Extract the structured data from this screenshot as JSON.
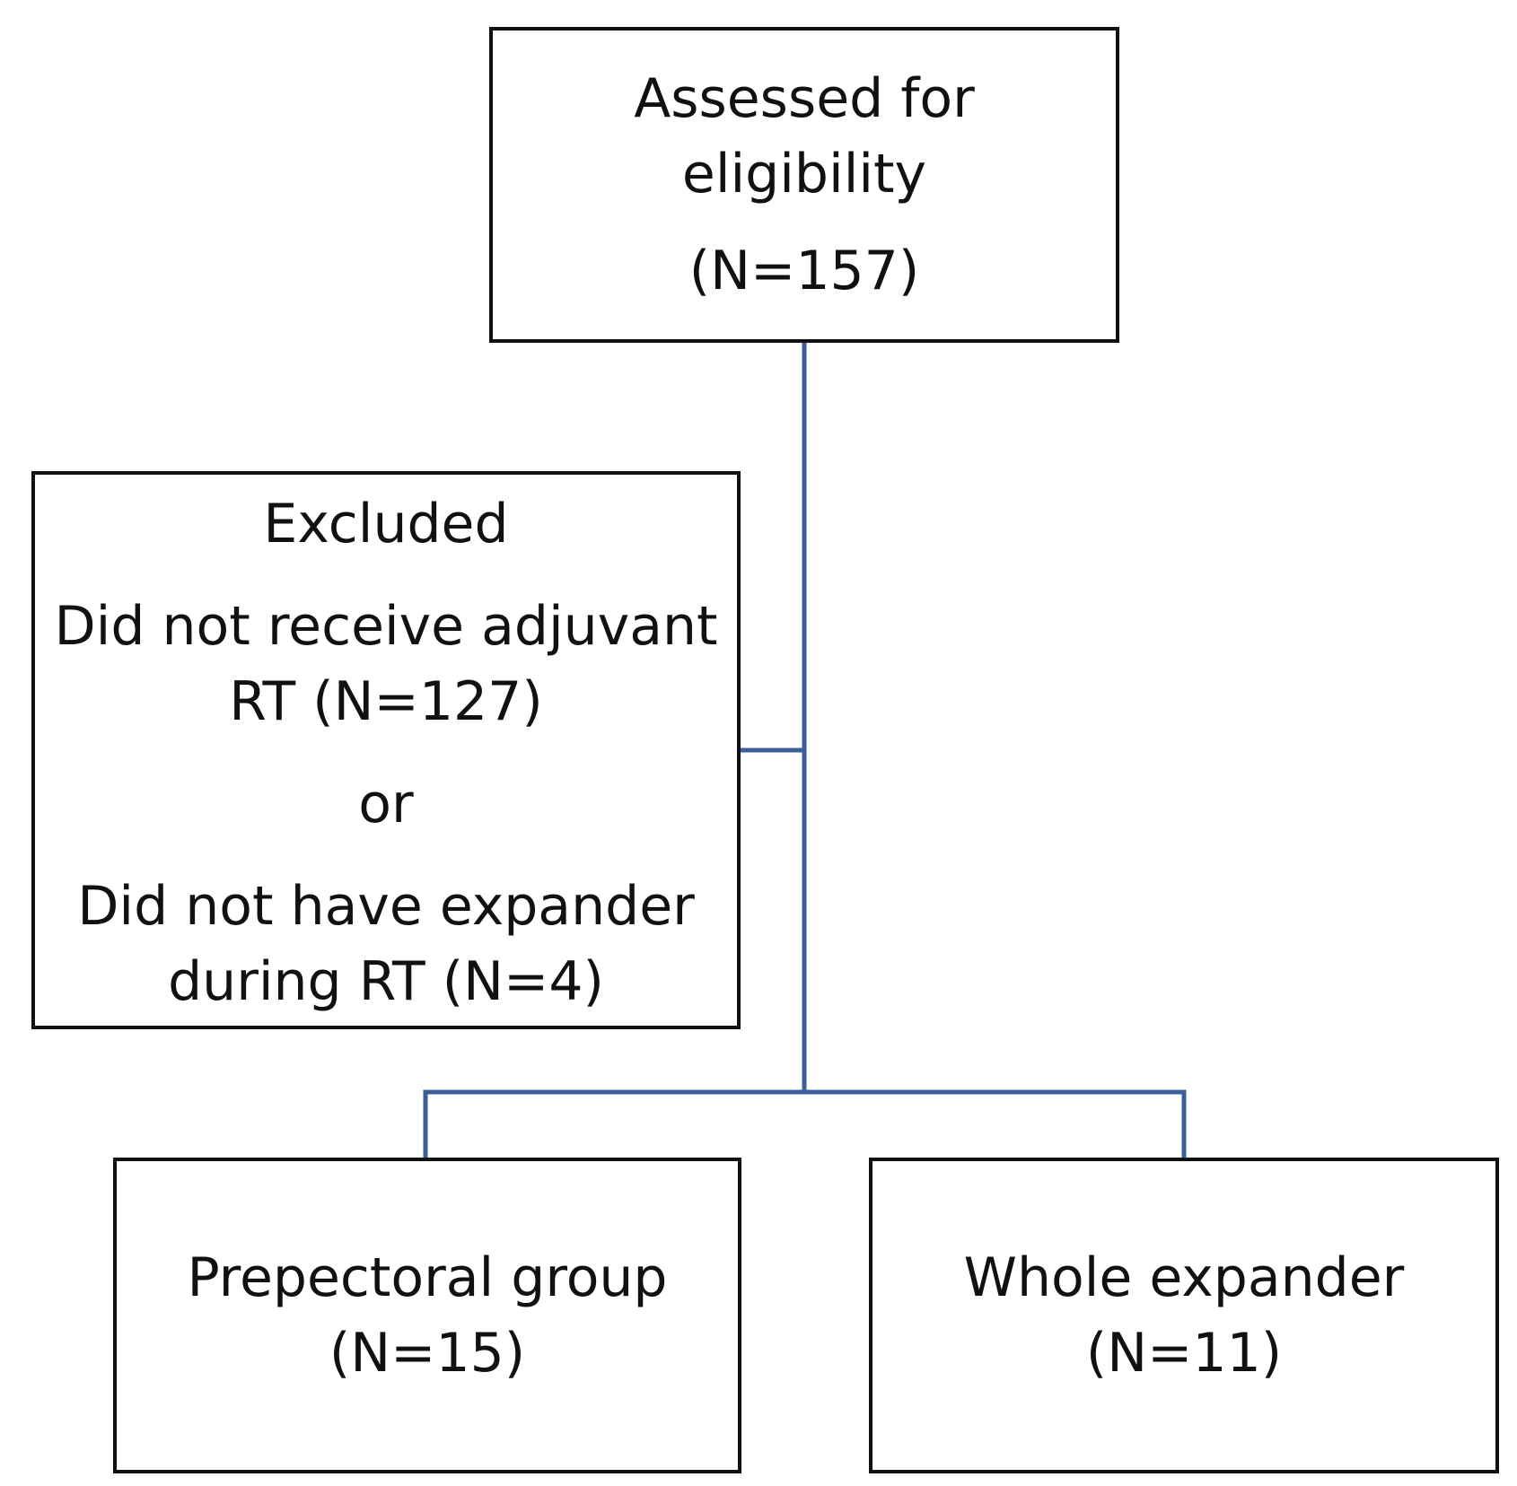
{
  "diagram": {
    "nodes": {
      "assessed": {
        "line1": "Assessed for",
        "line2": "eligibility",
        "count": "(N=157)"
      },
      "excluded": {
        "title": "Excluded",
        "reason1_line1": "Did not receive adjuvant",
        "reason1_line2": "RT (N=127)",
        "connector": "or",
        "reason2_line1": "Did not have expander",
        "reason2_line2": "during RT (N=4)"
      },
      "prepectoral": {
        "label": "Prepectoral group",
        "count": "(N=15)"
      },
      "whole_expander": {
        "label": "Whole expander",
        "count": "(N=11)"
      }
    },
    "edges": [
      {
        "from": "assessed",
        "to": "excluded"
      },
      {
        "from": "assessed",
        "to": "prepectoral"
      },
      {
        "from": "assessed",
        "to": "whole_expander"
      }
    ],
    "colors": {
      "connector": "#3d5f99",
      "border": "#111111"
    }
  }
}
